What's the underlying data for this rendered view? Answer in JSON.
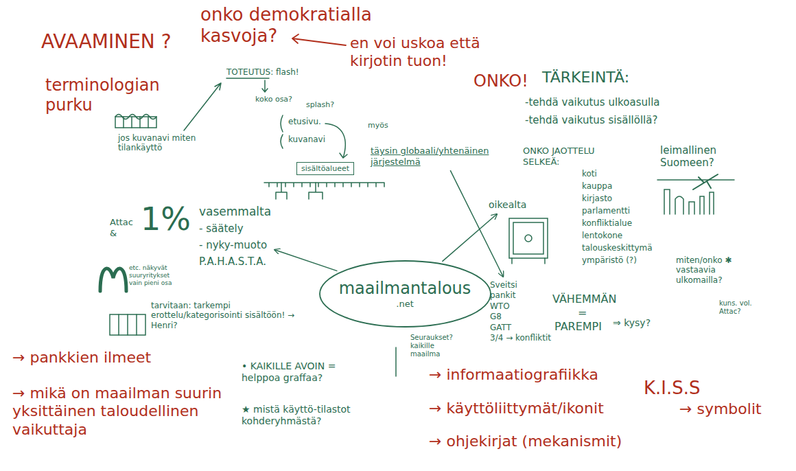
{
  "diagram": {
    "nodes": [
      {
        "text": [
          "maailmantalous",
          ".net"
        ]
      },
      {
        "text": [
          "vasemmalta",
          "- säätely",
          "- nyky-muoto",
          "P.A.H.A.S.T.A."
        ]
      },
      {
        "text": [
          "oikealta"
        ]
      },
      {
        "text": [
          "Sveitsi",
          "pankit",
          "WTO",
          "G8",
          "GATT",
          "3/4 → konfliktit"
        ]
      },
      {
        "text": [
          "sisältöalueet"
        ]
      },
      {
        "text": [
          "täysin globaali/yhtenäinen järjestelmä"
        ]
      }
    ],
    "edges": [
      {
        "from": 0,
        "to": 1,
        "arrow": "to"
      },
      {
        "from": 0,
        "to": 2,
        "arrow": "to"
      },
      {
        "from": 5,
        "to": 3,
        "arrow": "to"
      }
    ],
    "labels": [
      "AVAAMINEN ?",
      "onko demokratialla kasvoja?",
      "en voi uskoa että kirjotin tuon!",
      "ONKO!",
      "TÄRKEINTÄ:",
      "-tehdä vaikutus ulkoasulla",
      "-tehdä vaikutus sisällöllä?",
      "terminologian purku",
      "TOTEUTUS: flash!",
      "koko osa?",
      "splash?",
      "etusivu.",
      "kuvanavi",
      "myös",
      "jos kuvanavi miten tilankäyttö",
      "ONKO JAOTTELU SELKEÄ:",
      "koti",
      "kauppa",
      "kirjasto",
      "parlamentti",
      "konfliktialue",
      "lentokone",
      "talouskeskittymä",
      "ympäristö (?)",
      "leimallinen Suomeen?",
      "Attac &",
      "1%",
      "etc. näkyvät suuryritykset vain pieni osa",
      "tarvitaan: tarkempi erottelu/kategorisointi sisältöön! → Henri?",
      "VÄHEMMÄN",
      "=",
      "PAREMPI",
      "⇒ kysy?",
      "miten/onko ✱ vastaavia ulkomailla?",
      "kuns. vol. Attac?",
      "Seuraukset? kaikille maailma",
      "→ pankkien ilmeet",
      "→ mikä on maailman suurin yksittäinen taloudellinen vaikuttaja",
      "• KAIKILLE AVOIN = helppoa graffaa?",
      "★ mistä käyttö-tilastot kohderyhmästä?",
      "→ informaatiografiikka",
      "K.I.S.S",
      "→ käyttöliittymät/ikonit",
      "→ symbolit",
      "→ ohjekirjat (mekanismit)"
    ]
  }
}
